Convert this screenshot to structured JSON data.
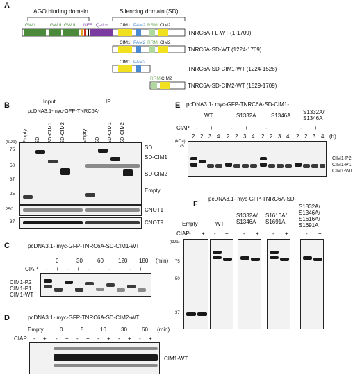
{
  "panels": {
    "a": {
      "letter": "A",
      "ago_label": "AGO binding domain",
      "silencing_label": "Silencing domain (SD)",
      "region_labels": [
        "GW I",
        "GW II",
        "GW III",
        "NES",
        "Q-rich",
        "CIM1",
        "PAM2",
        "RRM",
        "CIM2"
      ],
      "constructs": [
        "TNRC6A-FL-WT (1-1709)",
        "TNRC6A-SD-WT (1224-1709)",
        "TNRC6A-SD-CIM1-WT (1224-1528)",
        "TNRC6A-SD-CIM2-WT (1529-1709)"
      ]
    },
    "b": {
      "letter": "B",
      "input_label": "Input",
      "ip_label": "IP",
      "construct_label": "pcDNA3.1-myc-GFP-TNRC6A-",
      "lanes": [
        "Empty",
        "SD",
        "SD-CIM1",
        "SD-CIM2"
      ],
      "kda": "(kDa)",
      "markers": [
        "75",
        "50",
        "37",
        "25"
      ],
      "bands": [
        "SD",
        "SD-CIM1",
        "SD-CIM2",
        "Empty"
      ],
      "blots": [
        "CNOT1",
        "CNOT9"
      ],
      "marker_cnot1": "250",
      "marker_cnot9": "37"
    },
    "c": {
      "letter": "C",
      "title": "pcDNA3.1- myc-GFP-TNRC6A-SD-CIM1-WT",
      "ciap": "CIAP",
      "times": [
        "0",
        "30",
        "60",
        "120",
        "180"
      ],
      "unit": "(min)",
      "signs": [
        "-",
        "+"
      ],
      "bands": [
        "CIM1-P2",
        "CIM1-P1",
        "CIM1-WT"
      ]
    },
    "d": {
      "letter": "D",
      "title": "pcDNA3.1- myc-GFP-TNRC6A-SD-CIM2-WT",
      "empty": "Empty",
      "ciap": "CIAP",
      "times": [
        "0",
        "5",
        "10",
        "30",
        "60"
      ],
      "unit": "(min)",
      "signs": [
        "-",
        "+"
      ],
      "band": "CIM1-WT"
    },
    "e": {
      "letter": "E",
      "title": "pcDNA3.1- myc-GFP-TNRC6A-SD-CIM1-",
      "groups": [
        "WT",
        "S1332A",
        "S1346A",
        "S1332A/ S1346A"
      ],
      "ciap": "CIAP",
      "times": [
        "2",
        "2",
        "3",
        "4"
      ],
      "unit": "(h)",
      "kda": "(kDa)",
      "marker": "75",
      "signs": [
        "-",
        "+"
      ],
      "bands": [
        "CIM1-P2",
        "CIM1-P1",
        "CIM1-WT"
      ]
    },
    "f": {
      "letter": "F",
      "title": "pcDNA3.1- myc-GFP-TNRC6A-SD-",
      "groups": [
        "Empty",
        "WT",
        "S1332A/ S1346A",
        "S1616A/ S1691A",
        "S1332A/ S1346A/ S1616A/ S1691A"
      ],
      "ciap": "CIAP",
      "kda": "(kDa)",
      "markers": [
        "75",
        "50",
        "37"
      ],
      "signs": [
        "-",
        "+"
      ]
    }
  }
}
